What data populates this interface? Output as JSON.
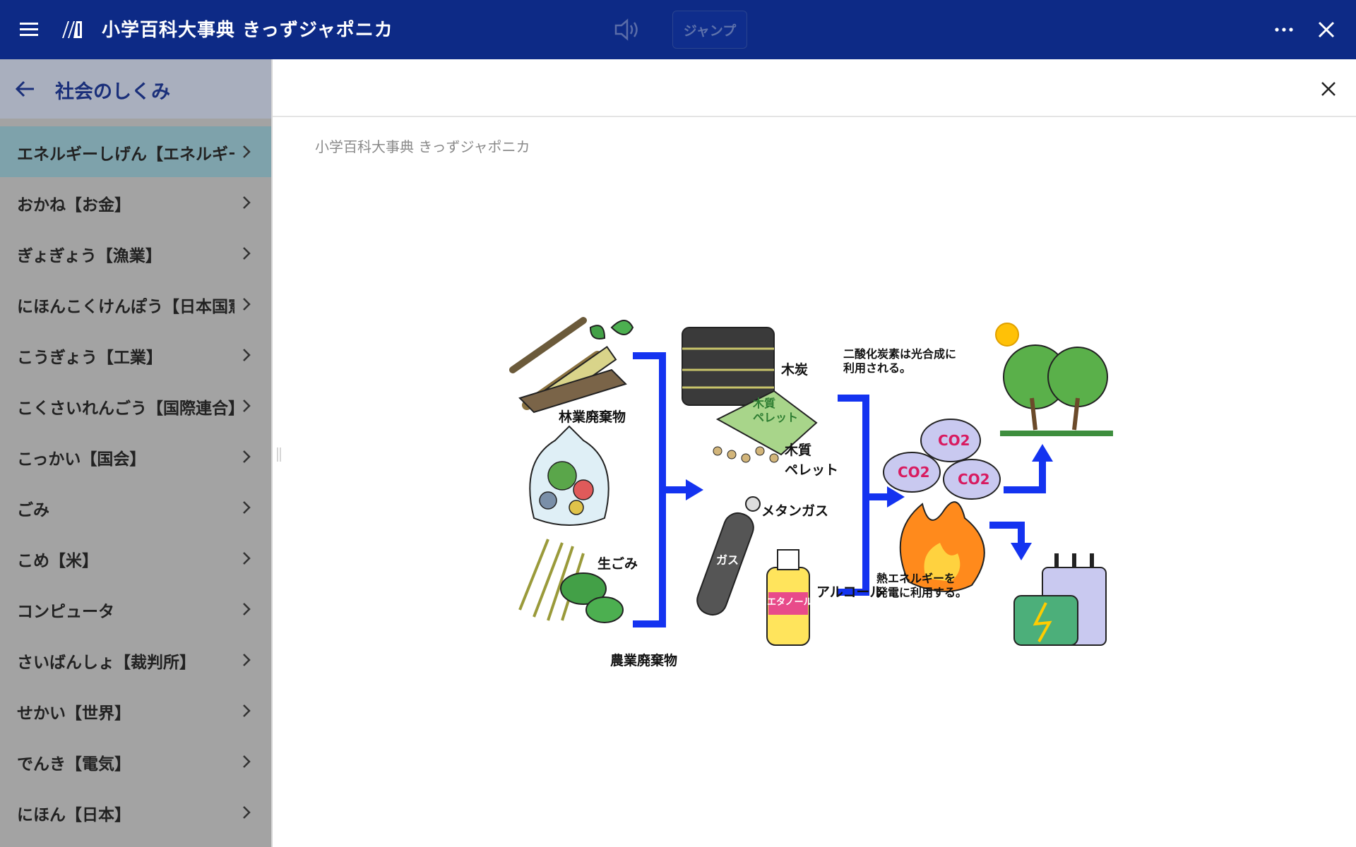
{
  "app": {
    "title": "小学百科大事典 きっずジャポニカ",
    "jump_label": "ジャンプ"
  },
  "sidebar": {
    "title": "社会のしくみ",
    "items": [
      {
        "label": "エネルギーしげん【エネルギー資源】",
        "active": true
      },
      {
        "label": "おかね【お金】"
      },
      {
        "label": "ぎょぎょう【漁業】"
      },
      {
        "label": "にほんこくけんぽう【日本国憲法】"
      },
      {
        "label": "こうぎょう【工業】"
      },
      {
        "label": "こくさいれんごう【国際連合】"
      },
      {
        "label": "こっかい【国会】"
      },
      {
        "label": "ごみ"
      },
      {
        "label": "こめ【米】"
      },
      {
        "label": "コンピュータ"
      },
      {
        "label": "さいばんしょ【裁判所】"
      },
      {
        "label": "せかい【世界】"
      },
      {
        "label": "でんき【電気】"
      },
      {
        "label": "にほん【日本】"
      }
    ]
  },
  "content": {
    "source": "小学百科大事典 きっずジャポニカ",
    "illustration": {
      "labels": {
        "forestry_waste": "林業廃棄物",
        "kitchen_waste": "生ごみ",
        "agri_waste": "農業廃棄物",
        "charcoal": "木炭",
        "pellet": "木質\nペレット",
        "pellet_bag": "木質\nペレット",
        "methane": "メタンガス",
        "gas_can": "ガス",
        "ethanol_bottle": "エタノール",
        "alcohol": "アルコール",
        "co2_note": "二酸化炭素は光合成に\n利用される。",
        "heat_note": "熱エネルギーを\n発電に利用する。",
        "co2": "CO2"
      }
    }
  },
  "colors": {
    "appbar": "#0d2a86",
    "sidebar": "#a3a3a3",
    "sidebar_active": "#7ea2ab",
    "arrow_blue": "#1433f0"
  }
}
